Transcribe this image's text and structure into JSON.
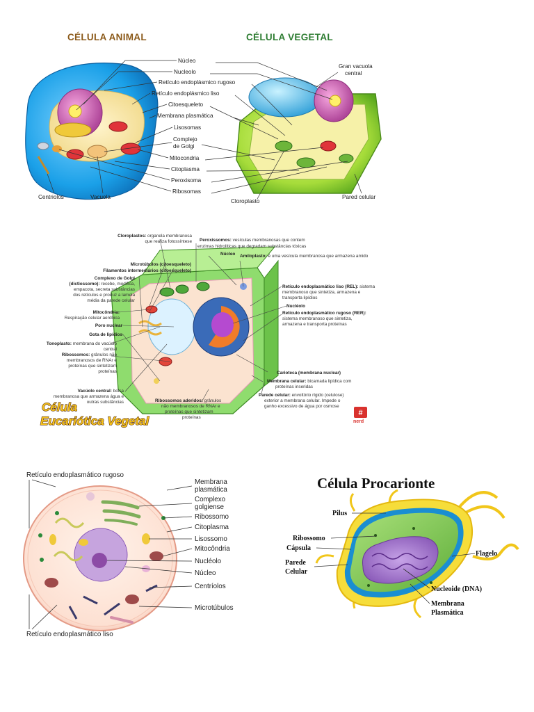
{
  "panel1": {
    "title_animal": "CÉLULA ANIMAL",
    "title_plant": "CÉLULA VEGETAL",
    "center_labels": [
      "Núcleo",
      "Nucleolo",
      "Retículo endoplásmico rugoso",
      "Retículo endoplásmico liso",
      "Citoesqueleto",
      "Membrana plasmática",
      "Lisosomas",
      "Complejo",
      "de Golgi",
      "Mitocondria",
      "Citoplasma",
      "Peroxisoma",
      "Ribosomas"
    ],
    "centriolos": "Centriolos",
    "vacuola": "Vacuola",
    "gran_vacuola_1": "Gran vacuola",
    "gran_vacuola_2": "central",
    "cloroplasto": "Cloroplasto",
    "pared_celular": "Pared celular"
  },
  "panel2": {
    "left_labels": [
      {
        "b": "Cloroplastos:",
        "t": " organela membranosa"
      },
      {
        "b": "",
        "t": "que realiza fotossíntese"
      },
      {
        "b": "Microtúbulos (citoesqueleto)",
        "t": ""
      },
      {
        "b": "Filamentos intermediários (citoesqueleto)",
        "t": ""
      },
      {
        "b": "Complexo de Golgi",
        "t": ""
      },
      {
        "b": "(dictiossomo):",
        "t": " recebe, modifica,"
      },
      {
        "b": "",
        "t": "empacota, secreta substâncias"
      },
      {
        "b": "",
        "t": "dos retículos e produz a lamela"
      },
      {
        "b": "",
        "t": "média da parede celular"
      },
      {
        "b": "Mitocôndria:",
        "t": ""
      },
      {
        "b": "",
        "t": "Respiração celular aeróbica"
      },
      {
        "b": "Poro nuclear",
        "t": ""
      },
      {
        "b": "Gota de lipídios",
        "t": ""
      },
      {
        "b": "Tonoplasto:",
        "t": " membrana do vacúolo"
      },
      {
        "b": "",
        "t": "central"
      },
      {
        "b": "Ribossomos:",
        "t": " grânulos não"
      },
      {
        "b": "",
        "t": "membranosos de RNAr e"
      },
      {
        "b": "",
        "t": "proteínas que sintetizam"
      },
      {
        "b": "",
        "t": "proteínas"
      },
      {
        "b": "Vacúolo central:",
        "t": " bolsa"
      },
      {
        "b": "",
        "t": "membranosa que armazena água e"
      },
      {
        "b": "",
        "t": "outras substâncias"
      }
    ],
    "top_labels": [
      {
        "b": "Peroxissomos:",
        "t": " vesículas membranosas que contem"
      },
      {
        "b": "",
        "t": "enzimas hidrolíticas que degradam substâncias tóxicas"
      },
      {
        "b": "Núcleo",
        "t": ""
      },
      {
        "b": "Amiloplasto:",
        "t": " é uma vesícula membranosa que armazena amido"
      }
    ],
    "right_labels": [
      {
        "b": "Retículo endoplasmático liso (REL):",
        "t": " sistema"
      },
      {
        "b": "",
        "t": "membranoso que sintetiza, armazena e"
      },
      {
        "b": "",
        "t": "transporta lipídios"
      },
      {
        "b": "Nucléolo",
        "t": ""
      },
      {
        "b": "Retículo endoplasmático rugoso (RER):",
        "t": ""
      },
      {
        "b": "",
        "t": "sistema membranoso que sintetiza,"
      },
      {
        "b": "",
        "t": "armazena e transporta proteínas"
      },
      {
        "b": "Carioteca (membrana nuclear)",
        "t": ""
      },
      {
        "b": "Membrana celular:",
        "t": " bicamada lipídica com"
      },
      {
        "b": "",
        "t": "proteínas inseridas"
      },
      {
        "b": "Parede celular:",
        "t": " envoltório rígido (celulose)"
      },
      {
        "b": "",
        "t": "exterior a membrana celular. Impede o"
      },
      {
        "b": "",
        "t": "ganho excessivo de água por osmose"
      }
    ],
    "bottom_labels": [
      {
        "b": "Ribossomos aderidos:",
        "t": " grânulos"
      },
      {
        "b": "",
        "t": "não membranosos de RNAr e"
      },
      {
        "b": "",
        "t": "proteínas que sintetizam"
      },
      {
        "b": "",
        "t": "proteínas"
      }
    ],
    "title_line1": "Célula",
    "title_line2": "Eucariótica Vegetal",
    "logo_text": "nerd"
  },
  "panel3": {
    "top_label": "Retículo endoplasmático rugoso",
    "bottom_label": "Retículo endoplasmático liso",
    "right_labels": [
      "Membrana",
      "plasmática",
      "Complexo",
      "golgiense",
      "Ribossomo",
      "Citoplasma",
      "Lisossomo",
      "Mitocôndria",
      "Nucléolo",
      "Núcleo",
      "Centríolos",
      "Microtúbulos"
    ]
  },
  "panel4": {
    "title": "Célula Procarionte",
    "labels": [
      "Pilus",
      "Ribossomo",
      "Cápsula",
      "Parede",
      "Celular",
      "Flagelo",
      "Nucleoide (DNA)",
      "Membrana",
      "Plasmática"
    ]
  }
}
